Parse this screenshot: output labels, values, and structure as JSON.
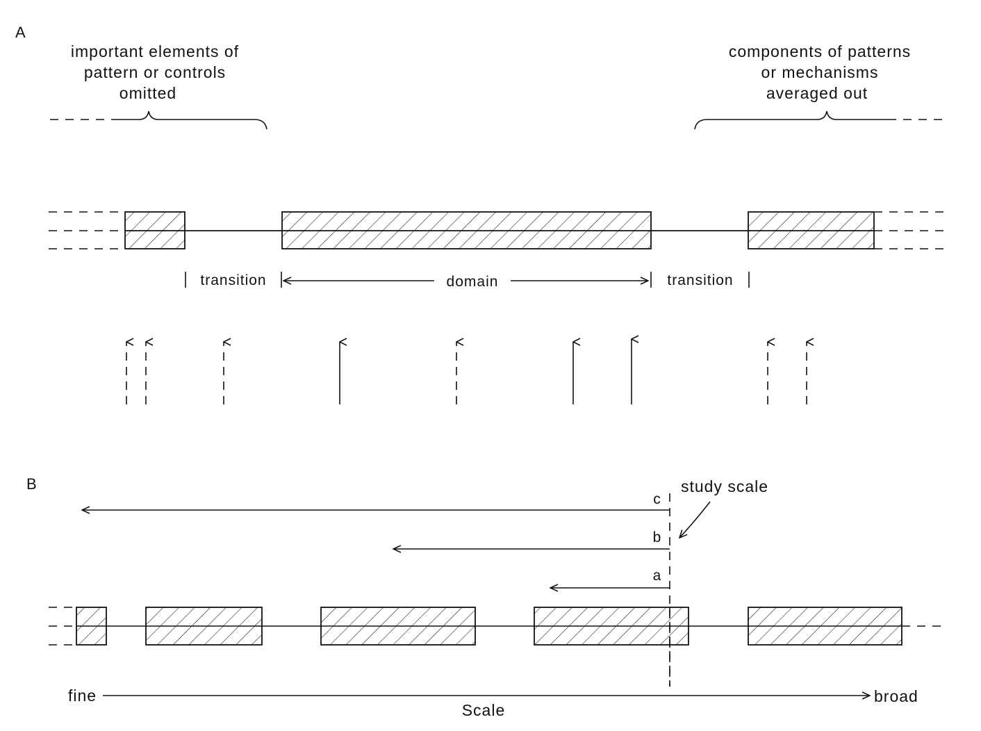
{
  "panel_a": {
    "label": "A",
    "left_note": [
      "important elements of",
      "pattern or controls",
      "omitted"
    ],
    "right_note": [
      "components of patterns",
      "or mechanisms",
      "averaged out"
    ],
    "transition_left": "transition",
    "domain": "domain",
    "transition_right": "transition"
  },
  "panel_b": {
    "label": "B",
    "study_scale": "study scale",
    "arrow_c": "c",
    "arrow_b": "b",
    "arrow_a": "a",
    "fine": "fine",
    "broad": "broad",
    "scale": "Scale"
  }
}
